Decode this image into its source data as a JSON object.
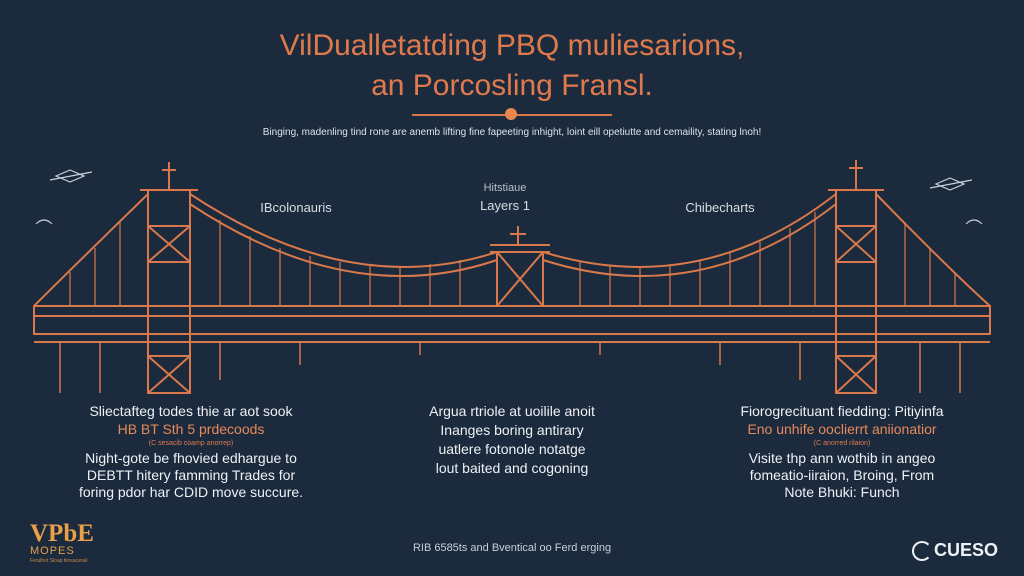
{
  "title": {
    "line1": "VilDualletatding PBQ muliesarions,",
    "line2": "an Porcosling Fransl."
  },
  "subtitle": "Binging, madenling tind rone are anemb lifting fine fapeeting inhight, loint eill opetiutte and cemaility, stating lnoh!",
  "span_labels": {
    "left": "IBcolonauris",
    "center_small": "Hitstiaue",
    "center": "Layers 1",
    "right": "Chibecharts"
  },
  "columns": {
    "left": {
      "head": "Sliectafteg todes thie ar aot sook",
      "accent": "HB BT Sth 5 prdecoods",
      "tiny": "(C sesacib coamp anorrep)",
      "body": [
        "Night-gote be fhovied edhargue to",
        "DEBTT hitery famming Trades for",
        "foring pdor har CDID move succure."
      ]
    },
    "middle": {
      "body": [
        "Argua rtriole at uoilile anoit",
        "Inanges boring antirary",
        "uatlere fotonole notatge",
        "lout baited and cogoning"
      ]
    },
    "right": {
      "head": "Fiorogrecituant fiedding: Pitiyinfa",
      "accent": "Eno unhife ooclierrt aniionatior",
      "tiny": "(C anorred rilaion)",
      "body": [
        "Visite thp ann wothib in angeo",
        "fomeatio-iiraion, Broing, From",
        "Note Bhuki: Funch"
      ]
    }
  },
  "footer": {
    "text": "RIB 6585ts and Bventical oo Ferd erging",
    "logo_main": "VPbE",
    "logo_sub": "MOPES",
    "logo_tag": "Ferulhot Sloap tiinsacerail",
    "brand": "CUESO"
  },
  "colors": {
    "background": "#1b2a3d",
    "accent": "#d9784a",
    "text": "#eef1f5"
  }
}
